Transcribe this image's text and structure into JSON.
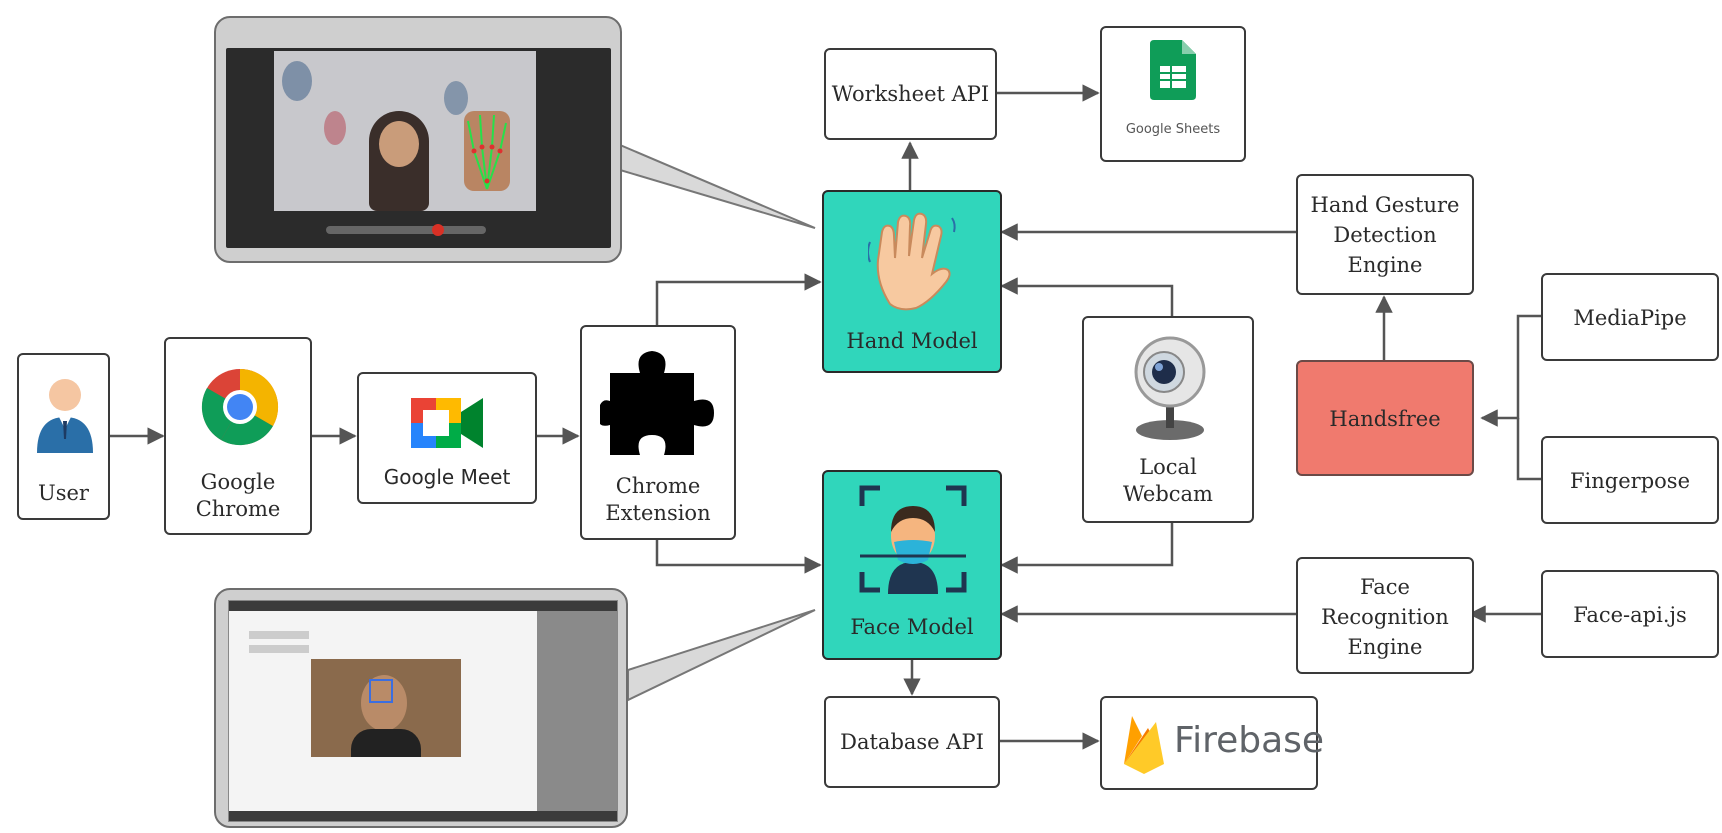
{
  "nodes": {
    "user": "User",
    "google_chrome": "Google\nChrome",
    "google_meet": "Google Meet",
    "chrome_extension": "Chrome\nExtension",
    "hand_model": "Hand Model",
    "face_model": "Face Model",
    "worksheet_api": "Worksheet API",
    "google_sheets": "Google Sheets",
    "hand_gesture_engine": "Hand Gesture\nDetection\nEngine",
    "local_webcam": "Local\nWebcam",
    "handsfree": "Handsfree",
    "mediapipe": "MediaPipe",
    "fingerpose": "Fingerpose",
    "face_recognition_engine": "Face\nRecognition\nEngine",
    "face_api_js": "Face-api.js",
    "database_api": "Database API",
    "firebase": "Firebase"
  },
  "icons": [
    "user-avatar-icon",
    "chrome-logo-icon",
    "google-meet-logo-icon",
    "puzzle-piece-icon",
    "waving-hand-icon",
    "face-scan-icon",
    "webcam-icon",
    "google-sheets-icon",
    "firebase-flame-icon"
  ],
  "colors": {
    "model_fill": "#30d6bb",
    "handsfree_fill": "#f07a6e",
    "line": "#555555",
    "mockup_gray": "#cfcfcf"
  }
}
